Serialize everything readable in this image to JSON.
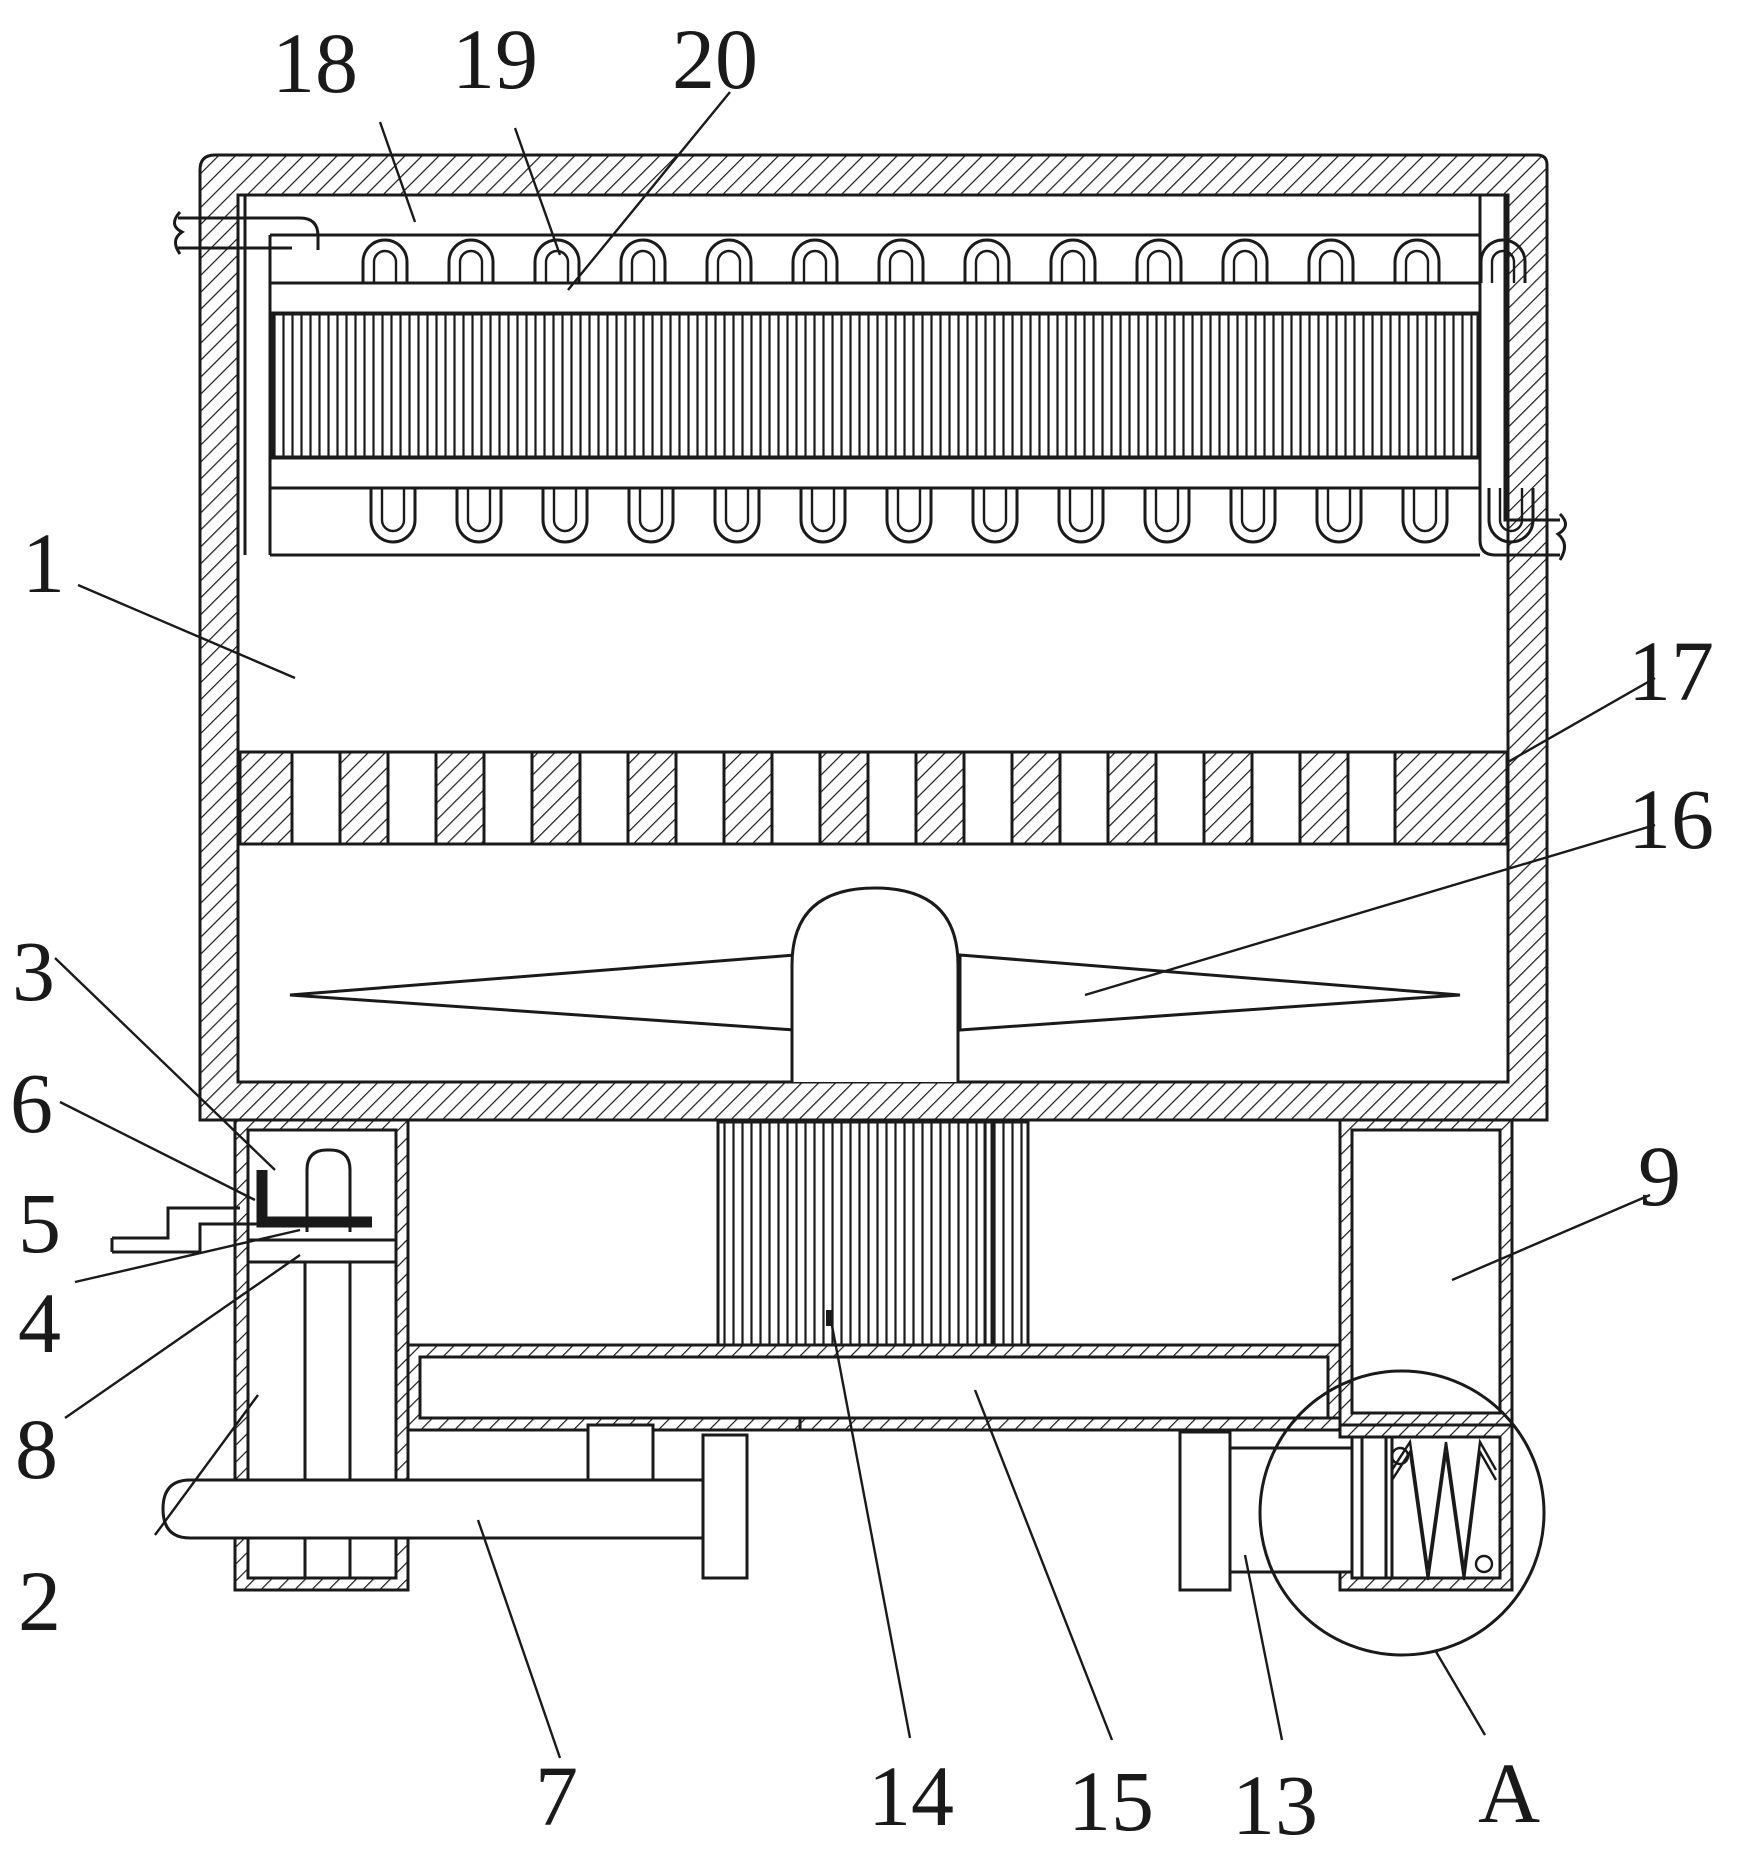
{
  "labels": {
    "l1": "1",
    "l2": "2",
    "l3": "3",
    "l4": "4",
    "l5": "5",
    "l6": "6",
    "l7": "7",
    "l8": "8",
    "l9": "9",
    "l13": "13",
    "l14": "14",
    "l15": "15",
    "l16": "16",
    "l17": "17",
    "l18": "18",
    "l19": "19",
    "l20": "20",
    "lA": "A"
  }
}
